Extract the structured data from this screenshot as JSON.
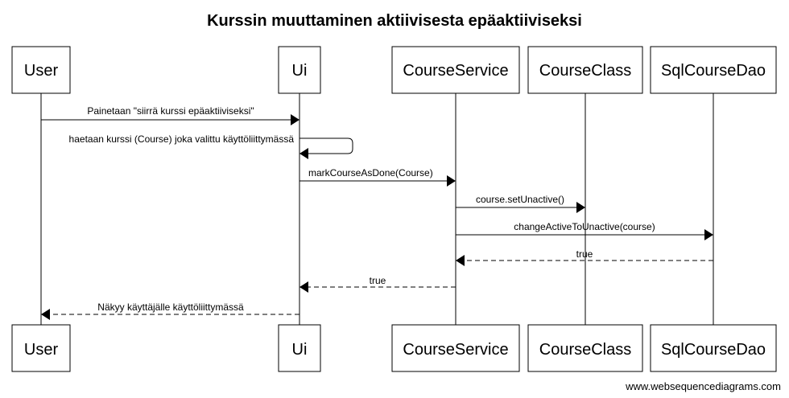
{
  "title": "Kurssin muuttaminen aktiivisesta epäaktiiviseksi",
  "participants": [
    {
      "id": "user",
      "label": "User"
    },
    {
      "id": "ui",
      "label": "Ui"
    },
    {
      "id": "courseservice",
      "label": "CourseService"
    },
    {
      "id": "courseclass",
      "label": "CourseClass"
    },
    {
      "id": "sqlcoursedao",
      "label": "SqlCourseDao"
    }
  ],
  "messages": [
    {
      "from": "user",
      "to": "ui",
      "label": "Painetaan \"siirrä kurssi epäaktiiviseksi\"",
      "style": "solid"
    },
    {
      "from": "ui",
      "to": "ui",
      "label": "haetaan kurssi (Course) joka valittu käyttöliittymässä",
      "style": "solid"
    },
    {
      "from": "ui",
      "to": "courseservice",
      "label": "markCourseAsDone(Course)",
      "style": "solid"
    },
    {
      "from": "courseservice",
      "to": "courseclass",
      "label": "course.setUnactive()",
      "style": "solid"
    },
    {
      "from": "courseservice",
      "to": "sqlcoursedao",
      "label": "changeActiveToUnactive(course)",
      "style": "solid"
    },
    {
      "from": "sqlcoursedao",
      "to": "courseservice",
      "label": "true",
      "style": "dashed"
    },
    {
      "from": "courseservice",
      "to": "ui",
      "label": "true",
      "style": "dashed"
    },
    {
      "from": "ui",
      "to": "user",
      "label": "Näkyy käyttäjälle käyttöliittymässä",
      "style": "dashed"
    }
  ],
  "footer": "www.websequencediagrams.com"
}
